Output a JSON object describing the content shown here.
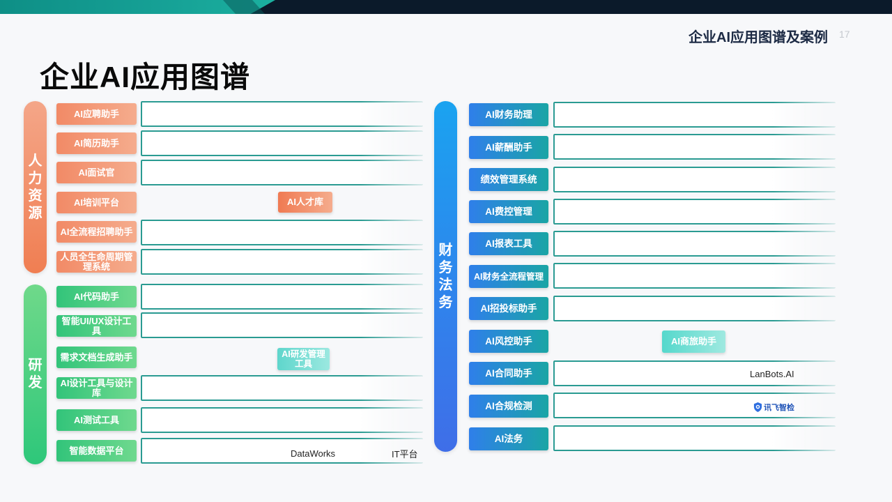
{
  "header": {
    "title": "企业AI应用图谱及案例",
    "page_number": "17"
  },
  "main_title": "企业AI应用图谱",
  "categories": {
    "hr": {
      "label_lines": [
        "人",
        "力",
        "资",
        "源"
      ],
      "color": "#f07e52"
    },
    "rd": {
      "label_lines": [
        "研",
        "发"
      ],
      "color": "#2ec77a"
    },
    "finance_legal": {
      "label_lines": [
        "财",
        "务",
        "法",
        "务"
      ],
      "color": "#2f84ec"
    }
  },
  "hr_items": [
    {
      "label": "AI应聘助手"
    },
    {
      "label": "AI简历助手"
    },
    {
      "label": "AI面试官"
    },
    {
      "label": "AI培训平台"
    },
    {
      "label": "AI全流程招聘助手"
    },
    {
      "label": "人员全生命周期管理系统"
    }
  ],
  "hr_extra": {
    "label": "AI人才库"
  },
  "rd_items": [
    {
      "label": "AI代码助手"
    },
    {
      "label": "智能UI/UX设计工具"
    },
    {
      "label": "需求文档生成助手"
    },
    {
      "label": "AI设计工具与设计库"
    },
    {
      "label": "AI测试工具"
    },
    {
      "label": "智能数据平台"
    }
  ],
  "rd_extra": {
    "label": "AI研发管理工具"
  },
  "rd_box_texts": {
    "dataworks": "DataWorks",
    "it_platform": "IT平台"
  },
  "fl_items": [
    {
      "label": "AI财务助理"
    },
    {
      "label": "AI薪酬助手"
    },
    {
      "label": "绩效管理系统"
    },
    {
      "label": "AI费控管理"
    },
    {
      "label": "AI报表工具"
    },
    {
      "label": "AI财务全流程管理"
    },
    {
      "label": "AI招投标助手"
    },
    {
      "label": "AI风控助手"
    },
    {
      "label": "AI合同助手"
    },
    {
      "label": "AI合规检测"
    },
    {
      "label": "AI法务"
    }
  ],
  "fl_extra": {
    "label": "AI商旅助手"
  },
  "fl_box_texts": {
    "lanbots": "LanBots.AI",
    "xunfei_logo": "讯飞智检"
  }
}
